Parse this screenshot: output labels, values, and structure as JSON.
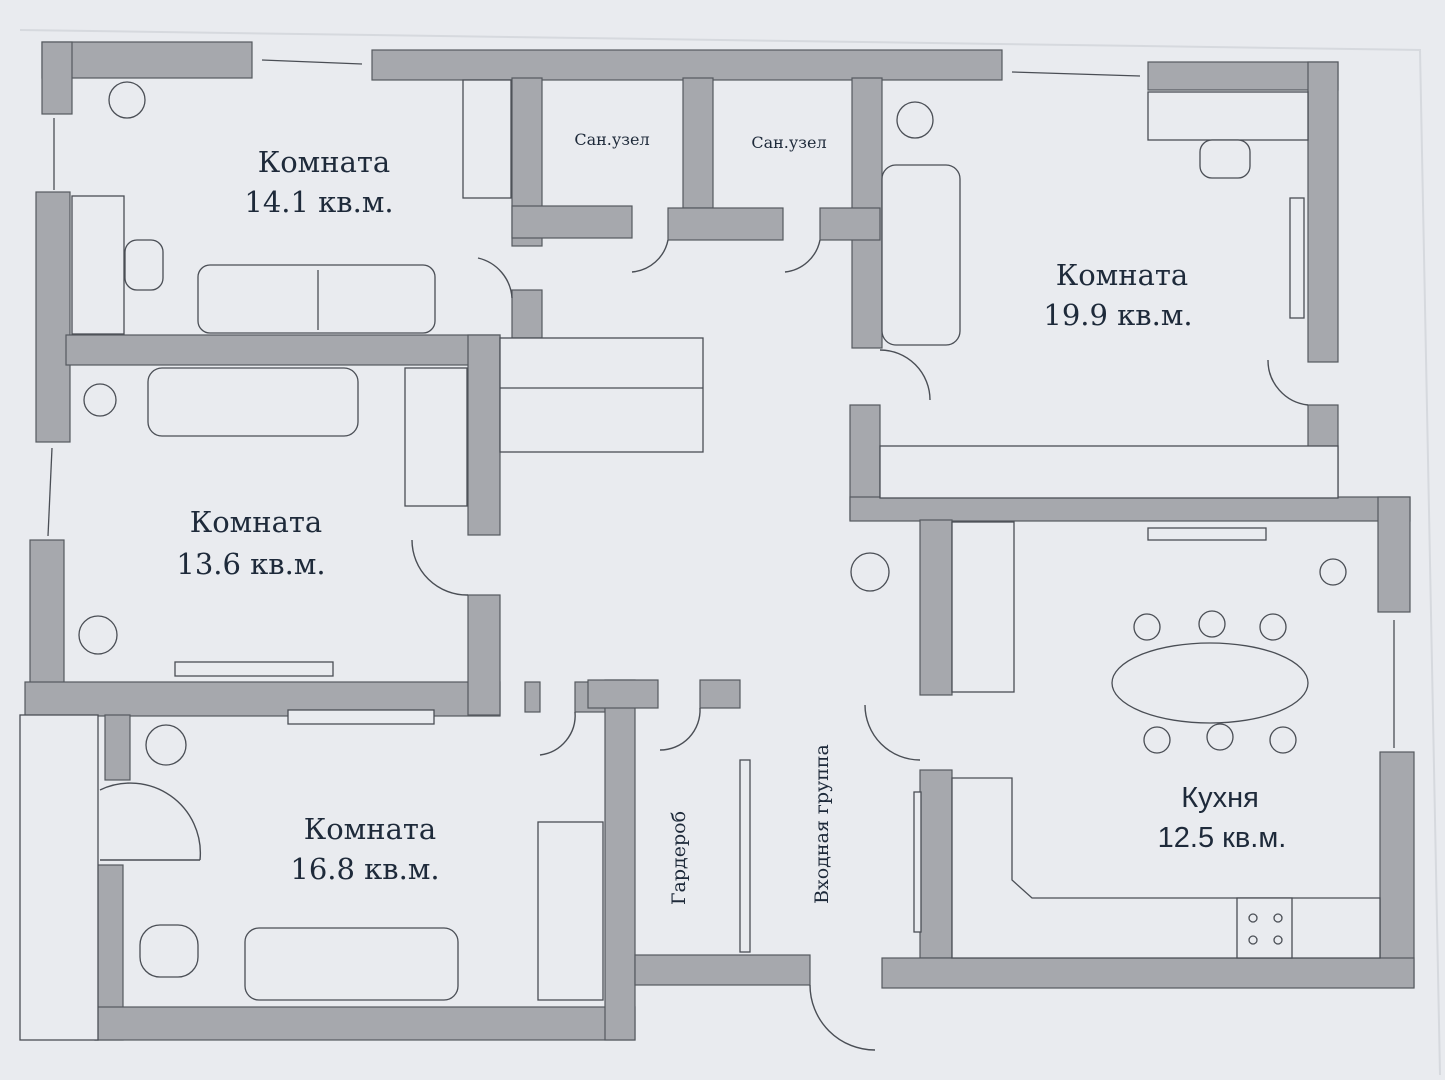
{
  "rooms": [
    {
      "id": "room-1",
      "name": "Комната",
      "area": "14.1 кв.м."
    },
    {
      "id": "room-2",
      "name": "Комната",
      "area": "19.9 кв.м."
    },
    {
      "id": "room-3",
      "name": "Комната",
      "area": "13.6 кв.м."
    },
    {
      "id": "room-4",
      "name": "Комната",
      "area": "16.8 кв.м."
    },
    {
      "id": "kitchen",
      "name": "Кухня",
      "area": "12.5 кв.м."
    }
  ],
  "bathrooms": [
    "Сан.узел",
    "Сан.узел"
  ],
  "wardrobe": "Гардероб",
  "entrance": "Входная группа",
  "colors": {
    "wall": "#a6a8ad",
    "wall_edge": "#55595f",
    "paper": "#e9ebef",
    "line": "#4a4e55",
    "plant": "#4a4e55"
  }
}
